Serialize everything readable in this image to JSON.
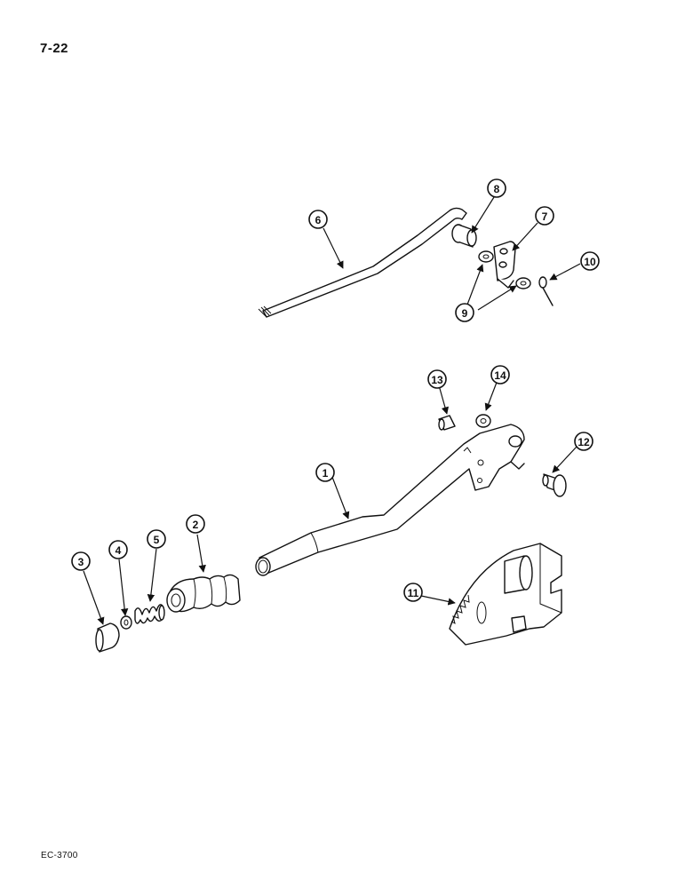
{
  "page": {
    "page_number": "7-22",
    "figure_code": "EC-3700"
  },
  "callouts": [
    "1",
    "2",
    "3",
    "4",
    "5",
    "6",
    "7",
    "8",
    "9",
    "10",
    "11",
    "12",
    "13",
    "14"
  ],
  "icons": [
    "arrowhead-icon"
  ]
}
